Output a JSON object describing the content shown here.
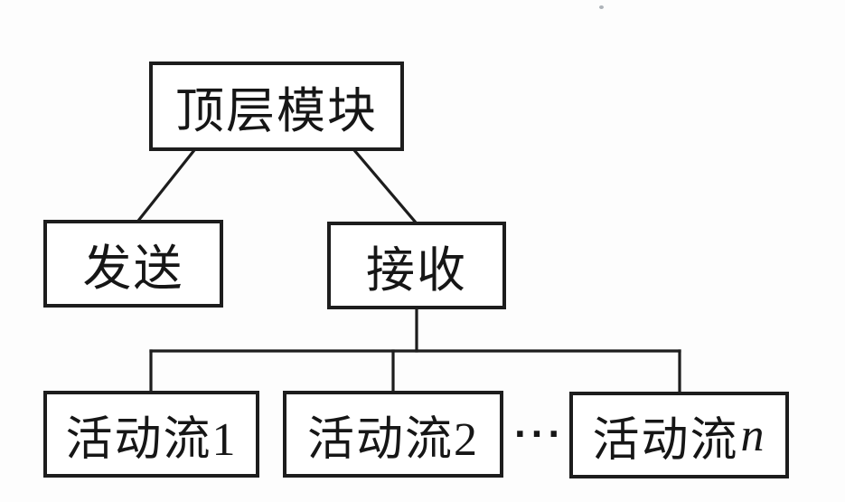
{
  "diagram": {
    "figure_name": "module-hierarchy-tree",
    "colors": {
      "line": "#1d1d1d",
      "text": "#161616",
      "background": "#fdfdfd"
    },
    "nodes": [
      {
        "id": "top-module",
        "label": "顶层模块"
      },
      {
        "id": "send",
        "label": "发送"
      },
      {
        "id": "receive",
        "label": "接收"
      },
      {
        "id": "stream-1",
        "label": "活动流1"
      },
      {
        "id": "stream-2",
        "label": "活动流2"
      },
      {
        "id": "stream-n",
        "label_prefix": "活动流",
        "label_var": "n"
      }
    ],
    "ellipsis": "···",
    "edges": [
      {
        "from": "top-module",
        "to": "send"
      },
      {
        "from": "top-module",
        "to": "receive"
      },
      {
        "from": "receive",
        "to": "stream-1"
      },
      {
        "from": "receive",
        "to": "stream-2"
      },
      {
        "from": "receive",
        "to": "stream-n"
      }
    ]
  }
}
